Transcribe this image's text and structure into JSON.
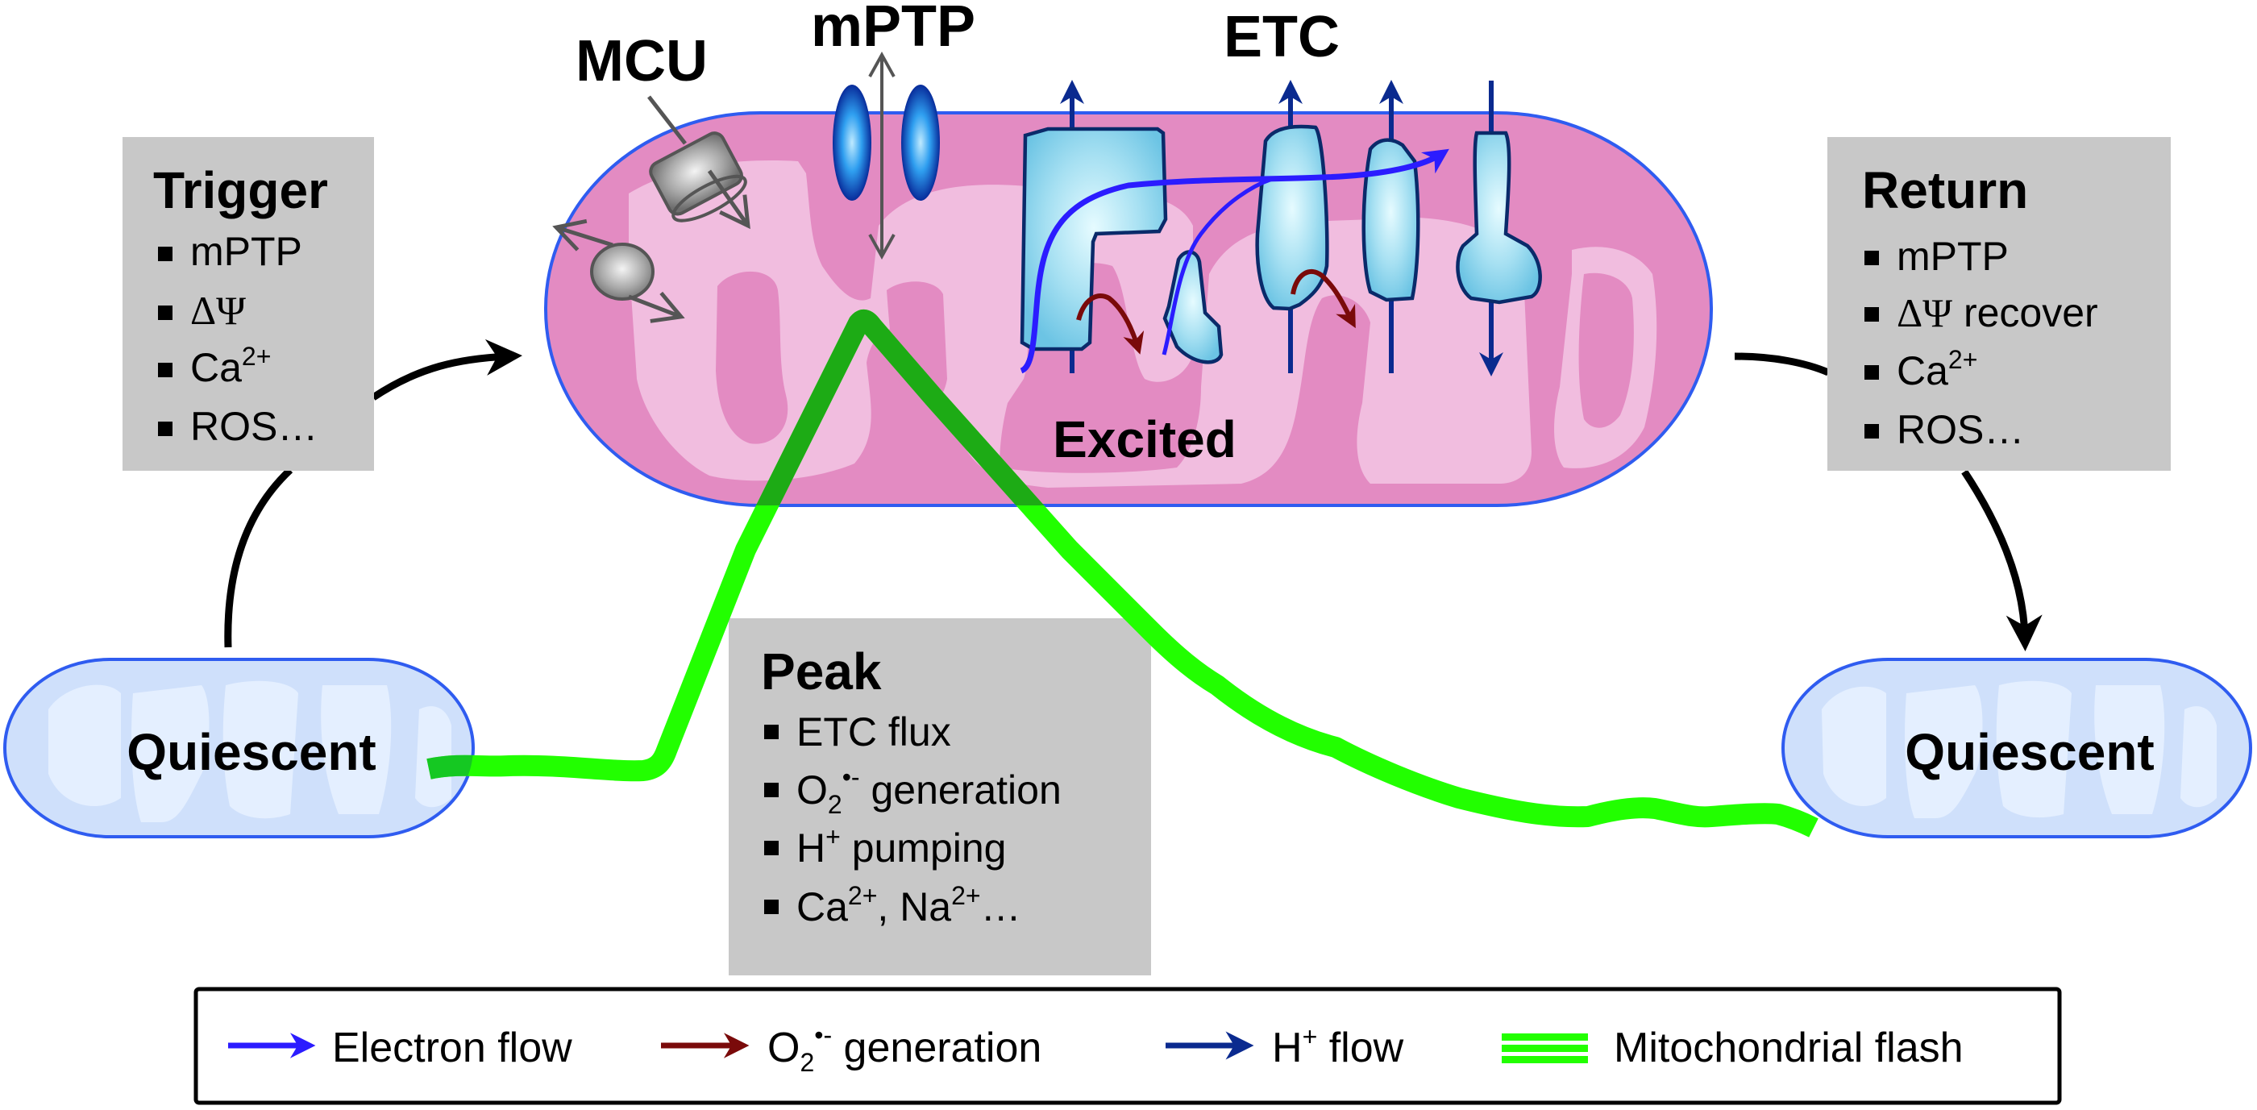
{
  "figure": {
    "title_labels": {
      "mcu": "MCU",
      "mptp": "mPTP",
      "etc": "ETC"
    },
    "states": {
      "left": "Quiescent",
      "center": "Excited",
      "right": "Quiescent"
    },
    "trigger_box": {
      "title": "Trigger",
      "items": [
        {
          "text": "mPTP"
        },
        {
          "text": "ΔΨ",
          "symbol": true
        },
        {
          "text": "Ca",
          "sup": "2+"
        },
        {
          "text": "ROS…"
        }
      ]
    },
    "peak_box": {
      "title": "Peak",
      "items": [
        {
          "text": "ETC flux"
        },
        {
          "text": "O",
          "sub": "2",
          "sup": "•-",
          "after": " generation"
        },
        {
          "text": "H",
          "sup": "+",
          "after": " pumping"
        },
        {
          "text": "Ca",
          "sup": "2+",
          "after": ", Na",
          "sup2": "2+",
          "after2": "…"
        }
      ]
    },
    "return_box": {
      "title": "Return",
      "items": [
        {
          "text": "mPTP"
        },
        {
          "symbol_text": "ΔΨ",
          "after": " recover"
        },
        {
          "text": "Ca",
          "sup": "2+"
        },
        {
          "text": "ROS…"
        }
      ]
    },
    "legend": [
      {
        "key": "electron-flow",
        "label": "Electron flow",
        "color": "#2b1cff"
      },
      {
        "key": "o2-generation",
        "label_main": "O",
        "label_sub": "2",
        "label_sup": "•-",
        "label_after": " generation",
        "color": "#7a0a0a"
      },
      {
        "key": "h-flow",
        "label_main": "H",
        "label_sup": "+",
        "label_after": " flow",
        "color": "#0a2a8f"
      },
      {
        "key": "mitochondrial-flash",
        "label": "Mitochondrial flash",
        "color": "#22ff00"
      }
    ],
    "colors": {
      "matrix_pink": "#e38bc2",
      "cristae_light": "#f1bddf",
      "outline_blue": "#2f5cf0",
      "gray_box": "#c8c8c8",
      "quiescent_fill": "#cfe0fb",
      "quiescent_cristae": "#e4efff",
      "complex_fill": "#8fd6ee",
      "complex_stroke": "#0a2a6a",
      "flash_green": "#22ff00",
      "flash_dark": "#0a7a0a"
    }
  }
}
